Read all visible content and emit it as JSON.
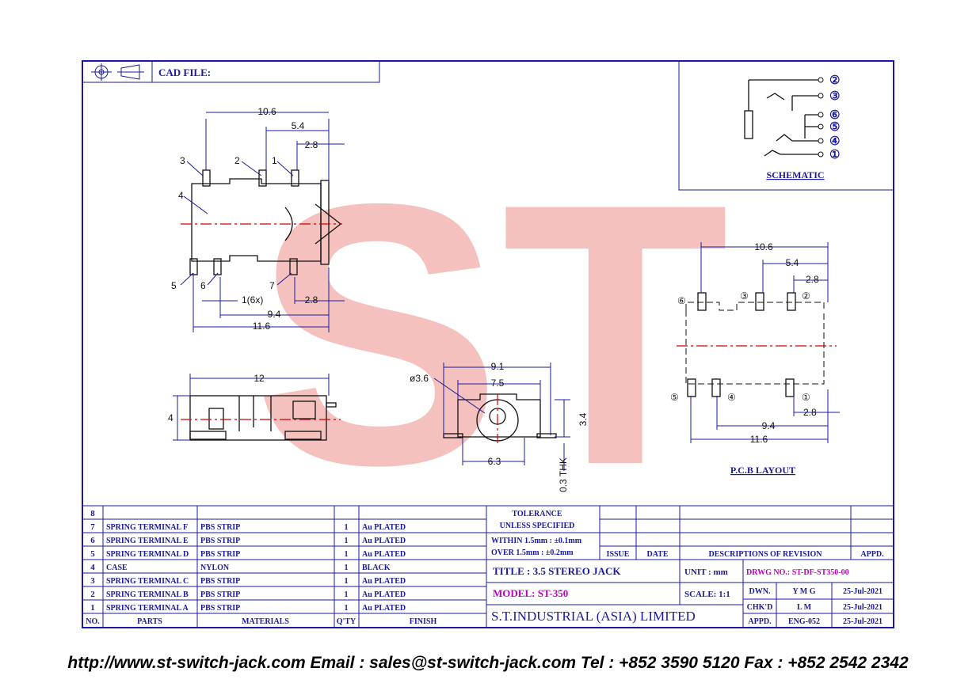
{
  "header": {
    "cad_label": "CAD FILE:"
  },
  "schematic": {
    "title": "SCHEMATIC",
    "pins": [
      "②",
      "③",
      "⑥",
      "⑤",
      "④",
      "①"
    ]
  },
  "top_view": {
    "dims": [
      "10.6",
      "5.4",
      "2.8",
      "1(6x)",
      "2.8",
      "9.4",
      "11.6"
    ],
    "pin_labels": [
      "3",
      "2",
      "1",
      "4",
      "5",
      "6",
      "7"
    ]
  },
  "side_view": {
    "dims": [
      "12",
      "4"
    ]
  },
  "front_view": {
    "dims": [
      "9.1",
      "7.5",
      "ø3.6",
      "3.4",
      "6.3",
      "0.3 THK"
    ]
  },
  "pcb": {
    "title": "P.C.B LAYOUT",
    "dims": [
      "10.6",
      "5.4",
      "2.8",
      "2.8",
      "9.4",
      "11.6"
    ],
    "pads": [
      "⑥",
      "③",
      "②",
      "⑤",
      "④",
      "①"
    ]
  },
  "watermark": "ST",
  "bom": {
    "headers": {
      "no": "NO.",
      "parts": "PARTS",
      "materials": "MATERIALS",
      "qty": "Q'TY",
      "finish": "FINISH"
    },
    "rows": [
      {
        "no": "8",
        "part": "",
        "material": "",
        "qty": "",
        "finish": ""
      },
      {
        "no": "7",
        "part": "SPRING TERMINAL F",
        "material": "PBS STRIP",
        "qty": "1",
        "finish": "Au PLATED"
      },
      {
        "no": "6",
        "part": "SPRING TERMINAL E",
        "material": "PBS STRIP",
        "qty": "1",
        "finish": "Au PLATED"
      },
      {
        "no": "5",
        "part": "SPRING TERMINAL D",
        "material": "PBS STRIP",
        "qty": "1",
        "finish": "Au PLATED"
      },
      {
        "no": "4",
        "part": "CASE",
        "material": "NYLON",
        "qty": "1",
        "finish": "BLACK"
      },
      {
        "no": "3",
        "part": "SPRING TERMINAL C",
        "material": "PBS STRIP",
        "qty": "1",
        "finish": "Au PLATED"
      },
      {
        "no": "2",
        "part": "SPRING TERMINAL B",
        "material": "PBS STRIP",
        "qty": "1",
        "finish": "Au PLATED"
      },
      {
        "no": "1",
        "part": "SPRING TERMINAL A",
        "material": "PBS STRIP",
        "qty": "1",
        "finish": "Au PLATED"
      }
    ]
  },
  "tolerance": {
    "title": "TOLERANCE",
    "subtitle": "UNLESS   SPECIFIED",
    "line1": "WITHIN  1.5mm : ±0.1mm",
    "line2": "OVER    1.5mm : ±0.2mm"
  },
  "revision": {
    "issue": "ISSUE",
    "date": "DATE",
    "desc": "DESCRIPTIONS  OF  REVISION",
    "appd": "APPD."
  },
  "titleblock": {
    "title": "TITLE : 3.5  STEREO  JACK",
    "unit": "UNIT :   mm",
    "drwg": "DRWG NO.: ST-DF-ST350-00",
    "model": "MODEL:  ST-350",
    "scale": "SCALE:   1:1",
    "company": "S.T.INDUSTRIAL  (ASIA)  LIMITED",
    "dwn_label": "DWN.",
    "dwn_name": "Y M G",
    "dwn_date": "25-Jul-2021",
    "chk_label": "CHK'D",
    "chk_name": "L M",
    "chk_date": "25-Jul-2021",
    "appd_label": "APPD.",
    "appd_name": "ENG-052",
    "appd_date": "25-Jul-2021"
  },
  "footer": "http://www.st-switch-jack.com  Email : sales@st-switch-jack.com  Tel : +852 3590 5120  Fax : +852 2542 2342",
  "colors": {
    "frame": "#1a1aa0",
    "model": "#c000c0",
    "watermark": "#f08080",
    "centerline": "#d40000"
  }
}
